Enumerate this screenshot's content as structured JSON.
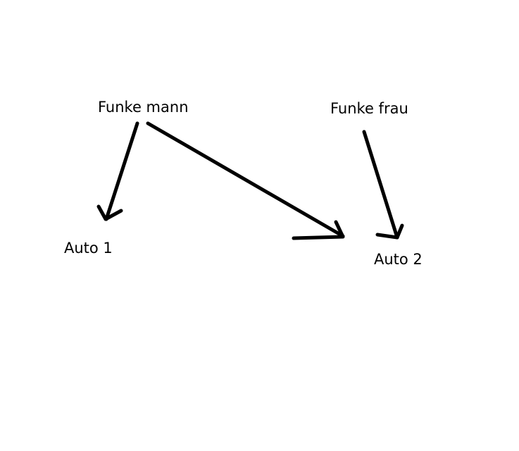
{
  "nodes": {
    "funke_mann": "Funke mann",
    "funke_frau": "Funke frau",
    "auto_1": "Auto 1",
    "auto_2": "Auto 2"
  },
  "colors": {
    "background": "#ffffff",
    "ink": "#000000"
  }
}
